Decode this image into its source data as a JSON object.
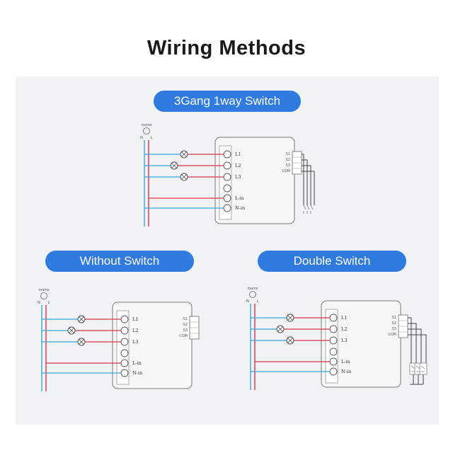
{
  "title": "Wiring Methods",
  "colors": {
    "live": "#d8334a",
    "neutral": "#35a8dd",
    "accent": "#2f7be0",
    "wire_dark": "#444444"
  },
  "sections": [
    {
      "label": "3Gang 1way Switch",
      "mains": "mains",
      "n_label": "N",
      "l_label": "L",
      "terminals": [
        "L1",
        "L2",
        "L3",
        "L-in",
        "N-in"
      ],
      "switch_terminals": [
        "S1",
        "S2",
        "S3",
        "COM"
      ],
      "lamp_icon": "lamp-icon"
    },
    {
      "label": "Without Switch",
      "mains": "mains",
      "n_label": "N",
      "l_label": "L",
      "terminals": [
        "L1",
        "L2",
        "L3",
        "L-in",
        "N-in"
      ],
      "switch_terminals": [
        "S1",
        "S2",
        "S3",
        "COM"
      ],
      "lamp_icon": "lamp-icon"
    },
    {
      "label": "Double Switch",
      "mains": "mains",
      "n_label": "N",
      "l_label": "L",
      "terminals": [
        "L1",
        "L2",
        "L3",
        "L-in",
        "N-in"
      ],
      "switch_terminals": [
        "S1",
        "S2",
        "S3",
        "COM"
      ],
      "lamp_icon": "lamp-icon"
    }
  ]
}
